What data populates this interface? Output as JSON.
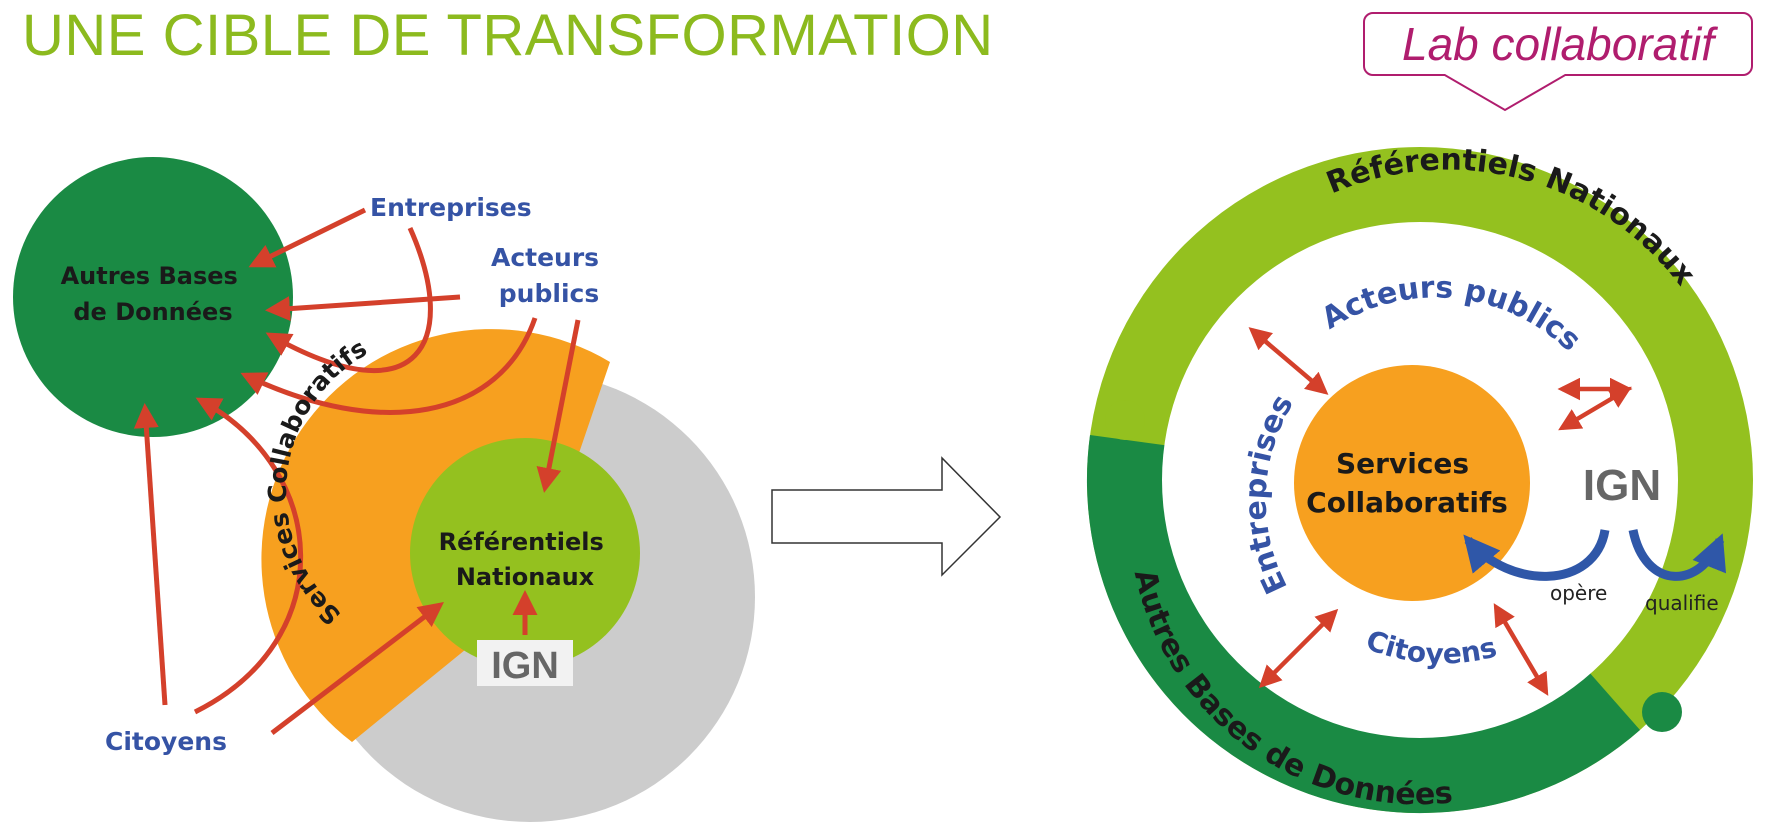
{
  "title": "UNE CIBLE DE TRANSFORMATION",
  "callout": "Lab collaboratif",
  "colors": {
    "title_green": "#8cba1e",
    "callout_magenta": "#b01d6e",
    "dark_green": "#1a8a44",
    "light_green": "#94c11f",
    "orange": "#f7a01f",
    "gray": "#cccccc",
    "arrow_red": "#d4402b",
    "label_blue": "#3553a5"
  },
  "left": {
    "autres_bases": [
      "Autres Bases",
      "de Données"
    ],
    "entreprises": "Entreprises",
    "acteurs": [
      "Acteurs",
      "publics"
    ],
    "services_arc": "Services Collaboratifs",
    "referentiels": [
      "Référentiels",
      "Nationaux"
    ],
    "logo": "IGN",
    "citoyens": "Citoyens"
  },
  "right": {
    "referentiels_arc": "Référentiels Nationaux",
    "autres_arc": "Autres Bases de Données",
    "acteurs_arc": "Acteurs publics",
    "entreprises_arc": "Entreprises",
    "citoyens_arc": "Citoyens",
    "services": [
      "Services",
      "Collaboratifs"
    ],
    "logo": "IGN",
    "opere": "opère",
    "qualifie": "qualifie"
  }
}
